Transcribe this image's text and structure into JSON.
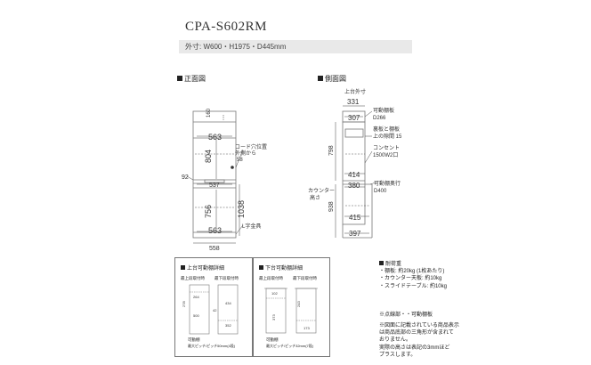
{
  "header": {
    "model": "CPA-S602RM",
    "outer_size": "外寸: W600・H1975・D445mm"
  },
  "front": {
    "heading": "正面図",
    "dims": {
      "d160": "160",
      "d563_top": "563",
      "d804": "804",
      "d537": "537",
      "d92": "92",
      "d1038": "1038",
      "d756": "756",
      "d563_bot": "563",
      "d558": "558"
    },
    "notes": {
      "cord": "コード穴位置",
      "cord2": "外側から",
      "cord3": "58",
      "lbracket": "L字金具"
    }
  },
  "side": {
    "heading": "側面図",
    "labels": {
      "top_outer": "上台外寸",
      "d331": "331",
      "d307": "307",
      "movable_shelf": "可動棚板",
      "movable_shelf_d": "D266",
      "gap1": "裏板と棚板",
      "gap2": "上の隙間 15",
      "outlet1": "コンセント",
      "outlet2": "1500W2口",
      "d798": "798",
      "d414": "414",
      "d380": "380",
      "shelf_depth": "可動棚奥行",
      "shelf_depth_d": "D400",
      "counter1": "カウンター",
      "counter2": "高さ",
      "d938": "938",
      "d415": "415",
      "d397": "397"
    }
  },
  "box_upper": {
    "title": "上台可動棚詳細",
    "col1": "最上段取付時",
    "col2": "最下段取付時",
    "d278": "278",
    "d264": "264",
    "d434": "434",
    "d500": "500",
    "d352": "352",
    "d42": "42",
    "foot1": "可動棚",
    "foot2": "最大ピッチ/ピッチ50mm(4段)"
  },
  "box_lower": {
    "title": "下台可動棚詳細",
    "col1": "最上段取付時",
    "col2": "最下段取付時",
    "d102": "102",
    "d173": "173",
    "d373": "373",
    "d243": "243",
    "foot1": "可動棚",
    "foot2": "最大ピッチ/ピッチ32mm(7段)"
  },
  "specs": {
    "heading": "耐荷重",
    "items": [
      "・棚板: 約20kg (1枚あたり)",
      "・カウンター天板: 約10kg",
      "・スライドテーブル: 約10kg"
    ],
    "legend": "※点線部・・可動棚板",
    "disclaimer": [
      "※図面に記載されている商品表示",
      "は商品底部の三角形が含まれて",
      "おりません。",
      "実際の高さは表記の3mmほど",
      "プラスします。"
    ]
  }
}
